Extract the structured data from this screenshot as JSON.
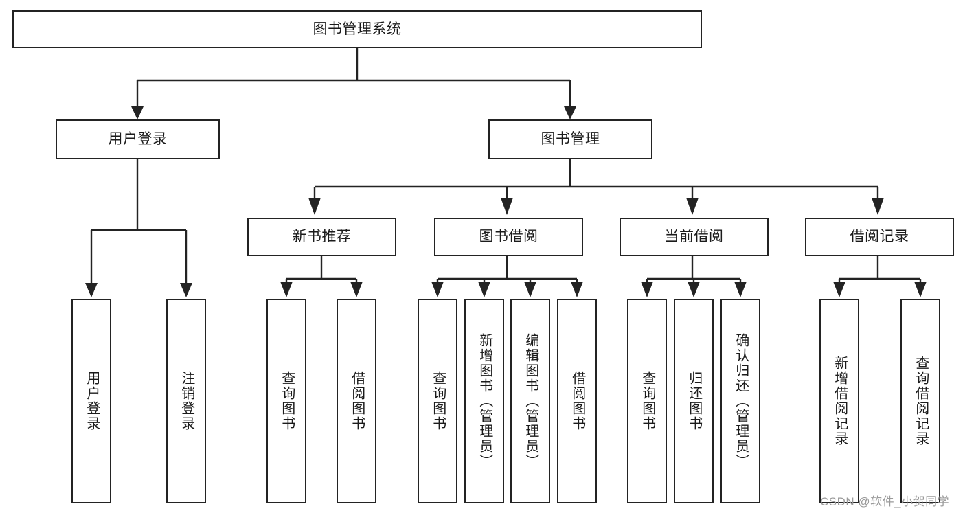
{
  "diagram": {
    "title": "图书管理系统",
    "root": {
      "label": "图书管理系统"
    },
    "level1": [
      {
        "label": "用户登录"
      },
      {
        "label": "图书管理"
      }
    ],
    "level2": [
      {
        "label": "新书推荐"
      },
      {
        "label": "图书借阅"
      },
      {
        "label": "当前借阅"
      },
      {
        "label": "借阅记录"
      }
    ],
    "leaves": {
      "user_login": [
        {
          "label": "用户登录"
        },
        {
          "label": "注销登录"
        }
      ],
      "new_book_recommend": [
        {
          "label": "查询图书"
        },
        {
          "label": "借阅图书"
        }
      ],
      "book_borrow": [
        {
          "label": "查询图书"
        },
        {
          "label": "新增图书（管理员）"
        },
        {
          "label": "编辑图书（管理员）"
        },
        {
          "label": "借阅图书"
        }
      ],
      "current_borrow": [
        {
          "label": "查询图书"
        },
        {
          "label": "归还图书"
        },
        {
          "label": "确认归还（管理员）"
        }
      ],
      "borrow_record": [
        {
          "label": "新增借阅记录"
        },
        {
          "label": "查询借阅记录"
        }
      ]
    }
  },
  "watermark": {
    "text": "CSDN @软件_小贺同学"
  },
  "colors": {
    "stroke": "#232323",
    "text": "#1b1b1b",
    "background": "#ffffff",
    "watermark": "#9a9a9a"
  }
}
